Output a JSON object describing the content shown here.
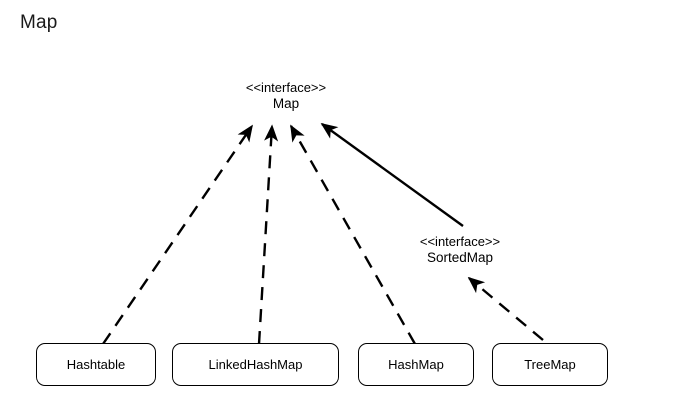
{
  "page": {
    "title": "Map",
    "background_color": "#ffffff",
    "line_color": "#000000"
  },
  "interfaces": [
    {
      "id": "map",
      "stereotype": "<<interface>>",
      "name": "Map"
    },
    {
      "id": "sortedmap",
      "stereotype": "<<interface>>",
      "name": "SortedMap"
    }
  ],
  "classes": [
    {
      "id": "hashtable",
      "name": "Hashtable"
    },
    {
      "id": "linkedhashmap",
      "name": "LinkedHashMap"
    },
    {
      "id": "hashmap",
      "name": "HashMap"
    },
    {
      "id": "treemap",
      "name": "TreeMap"
    }
  ],
  "relationships": [
    {
      "from": "Hashtable",
      "to": "Map",
      "style": "dashed",
      "kind": "realization"
    },
    {
      "from": "LinkedHashMap",
      "to": "Map",
      "style": "dashed",
      "kind": "realization"
    },
    {
      "from": "HashMap",
      "to": "Map",
      "style": "dashed",
      "kind": "realization"
    },
    {
      "from": "SortedMap",
      "to": "Map",
      "style": "solid",
      "kind": "generalization"
    },
    {
      "from": "TreeMap",
      "to": "SortedMap",
      "style": "dashed",
      "kind": "realization"
    }
  ]
}
